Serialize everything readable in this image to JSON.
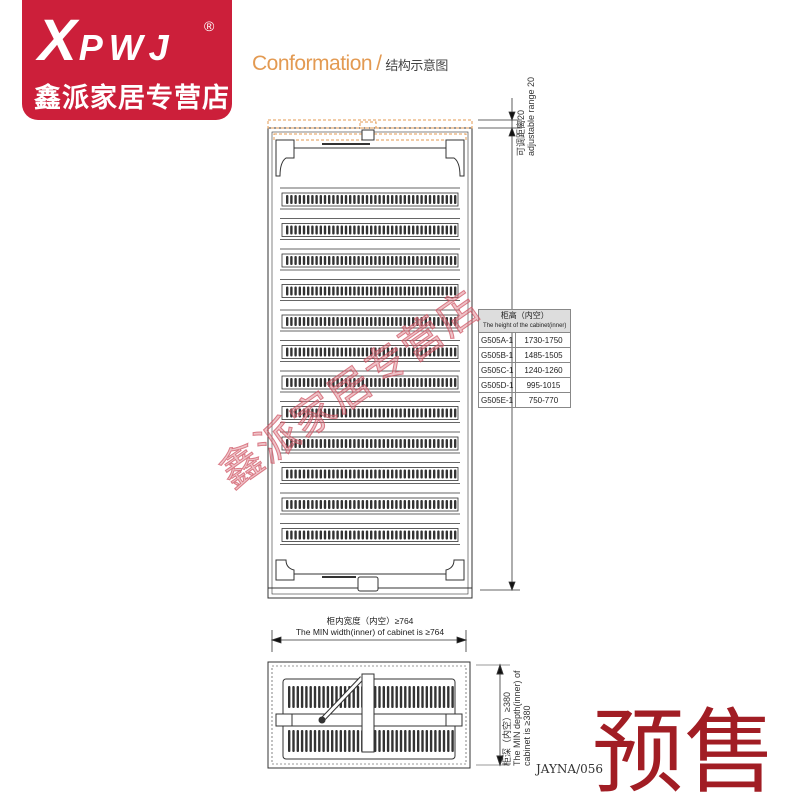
{
  "logo": {
    "brand_x": "X",
    "brand_rest": "PWJ",
    "registered": "®",
    "store_name": "鑫派家居专营店"
  },
  "header": {
    "title_en": "Conformation",
    "separator": "/",
    "title_cn": "结构示意图"
  },
  "dimensions": {
    "adjustable_cn": "可调距离20",
    "adjustable_en": "adjustable range 20",
    "width_cn": "柜内宽度（内空）≥764",
    "width_en": "The MIN width(inner) of cabinet is ≥764",
    "depth_cn": "柜深（内空）≥380",
    "depth_en_1": "The MIN depth(inner) of",
    "depth_en_2": "cabinet is ≥380"
  },
  "spec_table": {
    "header_cn": "柜高（内空）",
    "header_en": "The height of the cabinet(inner)",
    "rows": [
      {
        "model": "G505A-1",
        "range": "1730-1750"
      },
      {
        "model": "G505B-1",
        "range": "1485-1505"
      },
      {
        "model": "G505C-1",
        "range": "1240-1260"
      },
      {
        "model": "G505D-1",
        "range": "995-1015"
      },
      {
        "model": "G505E-1",
        "range": "750-770"
      }
    ]
  },
  "watermark": "鑫派家居专营店",
  "presale_label": "预售",
  "page_code": "JAYNA/056",
  "colors": {
    "brand_red": "#cc1f3a",
    "accent_orange": "#e39a52",
    "presale_red": "#a11d24"
  }
}
